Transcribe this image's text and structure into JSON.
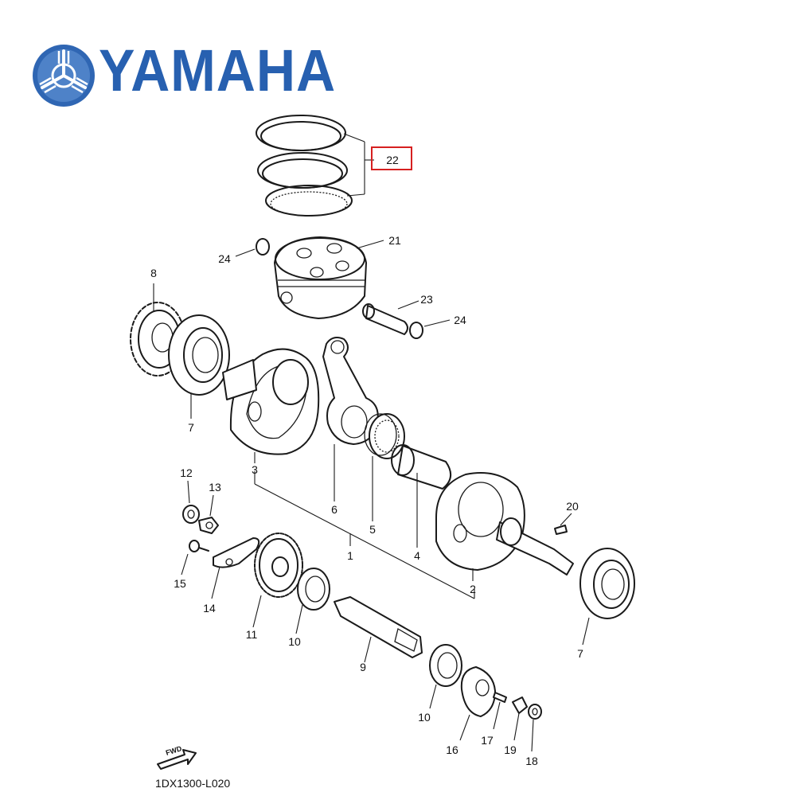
{
  "brand": {
    "name": "YAMAHA",
    "accent_color": "#2760b0"
  },
  "diagram": {
    "code": "1DX1300-L020",
    "fwd_label": "FWD",
    "highlight_color": "#d62020",
    "callouts": {
      "c1": "1",
      "c2": "2",
      "c3": "3",
      "c4": "4",
      "c5": "5",
      "c6": "6",
      "c7a": "7",
      "c7b": "7",
      "c8": "8",
      "c9": "9",
      "c10a": "10",
      "c10b": "10",
      "c11": "11",
      "c12": "12",
      "c13": "13",
      "c14": "14",
      "c15": "15",
      "c16": "16",
      "c17": "17",
      "c18": "18",
      "c19": "19",
      "c20": "20",
      "c21": "21",
      "c22": "22",
      "c23": "23",
      "c24a": "24",
      "c24b": "24"
    },
    "highlighted_callout": "22"
  }
}
